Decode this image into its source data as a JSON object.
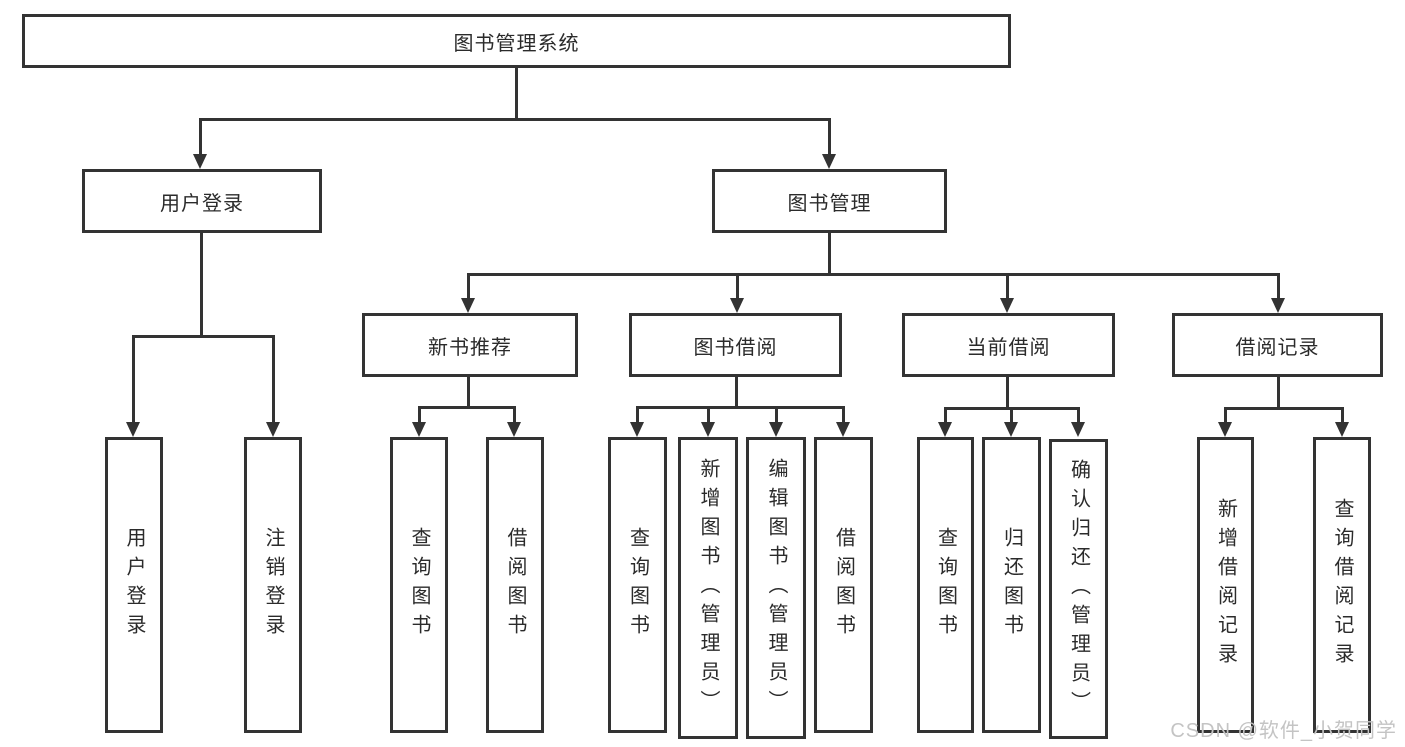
{
  "tree": {
    "root": "图书管理系统",
    "branches": [
      {
        "label": "用户登录",
        "children": [
          "用户登录",
          "注销登录"
        ]
      },
      {
        "label": "图书管理",
        "children": [
          {
            "label": "新书推荐",
            "children": [
              "查询图书",
              "借阅图书"
            ]
          },
          {
            "label": "图书借阅",
            "children": [
              "查询图书",
              "新增图书（管理员）",
              "编辑图书（管理员）",
              "借阅图书"
            ]
          },
          {
            "label": "当前借阅",
            "children": [
              "查询图书",
              "归还图书",
              "确认归还（管理员）"
            ]
          },
          {
            "label": "借阅记录",
            "children": [
              "新增借阅记录",
              "查询借阅记录"
            ]
          }
        ]
      }
    ]
  },
  "watermark": {
    "text": "CSDN @软件_小贺同学"
  },
  "colors": {
    "line": "#333333",
    "text": "#2b2b2b",
    "watermark": "#c4c4c4",
    "background": "#ffffff"
  }
}
